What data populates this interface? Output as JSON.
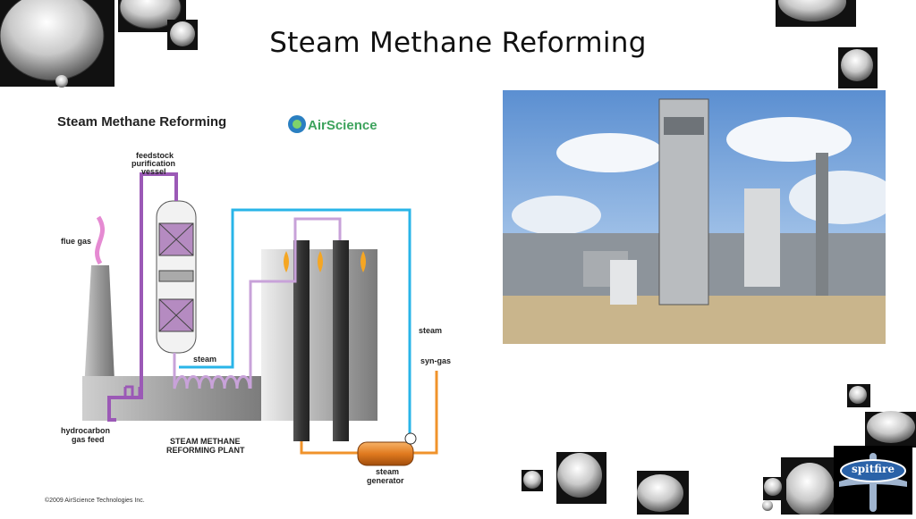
{
  "slide": {
    "title": "Steam Methane Reforming"
  },
  "diagram": {
    "title": "Steam Methane Reforming",
    "brand": "AirScience",
    "labels": {
      "feedstock": "feedstock",
      "purification": "purification",
      "vessel": "vessel",
      "flue_gas": "flue gas",
      "steam_top": "steam",
      "steam_mid": "steam",
      "syn_gas": "syn-gas",
      "hydrocarbon": "hydrocarbon",
      "gas_feed": "gas feed",
      "plant_line1": "STEAM METHANE",
      "plant_line2": "REFORMING PLANT",
      "steam_generator_line1": "steam",
      "steam_generator_line2": "generator"
    },
    "copyright": "©2009 AirScience Technologies Inc."
  },
  "logo": {
    "text": "spitfire"
  },
  "colors": {
    "purple": "#9b59b6",
    "blue": "#29b5e8",
    "orange": "#f0932b",
    "gray": "#8f8f8f"
  }
}
